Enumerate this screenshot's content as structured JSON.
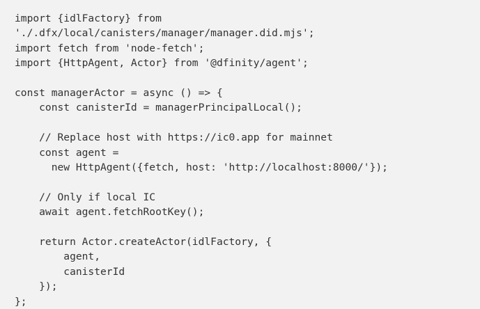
{
  "document": {
    "kind": "code-snippet",
    "language": "javascript",
    "background_color": "#f2f2f2",
    "text_color": "#333333",
    "code": {
      "lines": [
        "import {idlFactory} from",
        "'./.dfx/local/canisters/manager/manager.did.mjs';",
        "import fetch from 'node-fetch';",
        "import {HttpAgent, Actor} from '@dfinity/agent';",
        "",
        "const managerActor = async () => {",
        "    const canisterId = managerPrincipalLocal();",
        "",
        "    // Replace host with https://ic0.app for mainnet",
        "    const agent =",
        "      new HttpAgent({fetch, host: 'http://localhost:8000/'});",
        "",
        "    // Only if local IC",
        "    await agent.fetchRootKey();",
        "",
        "    return Actor.createActor(idlFactory, {",
        "        agent,",
        "        canisterId",
        "    });",
        "};"
      ]
    }
  }
}
